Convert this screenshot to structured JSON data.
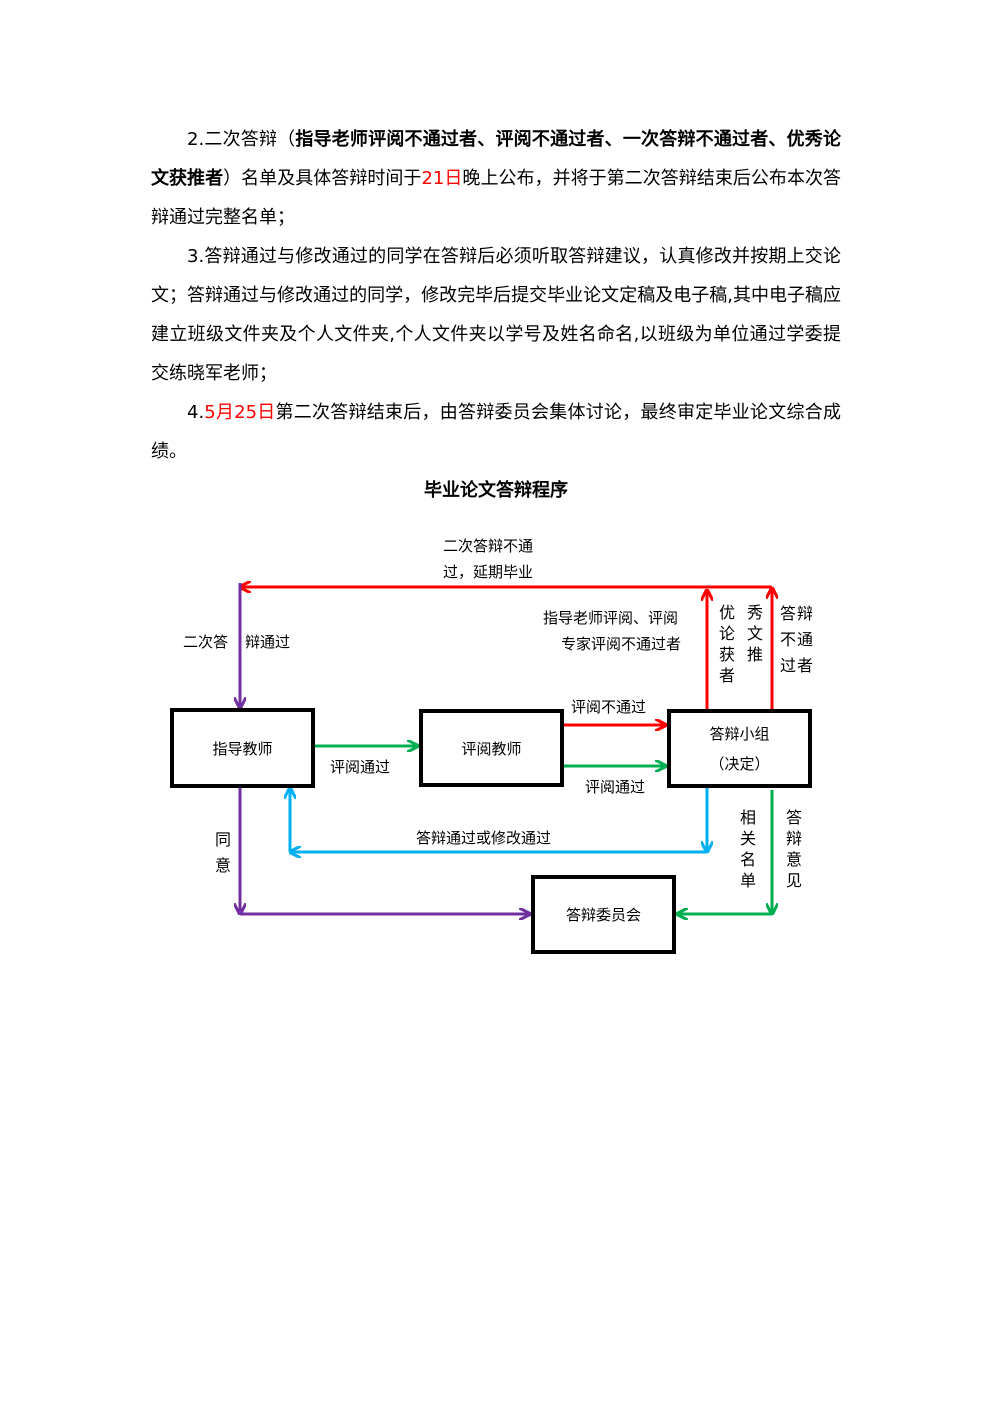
{
  "paragraphs": {
    "p2": {
      "a": "2.二次答辩（",
      "b": "指导老师评阅不通过者、评阅不通过者、一次答辩不通过者、优秀论文获推者",
      "c": "）名单及具体答辩时间于",
      "d": "21日",
      "e": "晚上公布，并将于第二次答辩结束后公布本次答辩通过完整名单；"
    },
    "p3": "3.答辩通过与修改通过的同学在答辩后必须听取答辩建议，认真修改并按期上交论文；答辩通过与修改通过的同学，修改完毕后提交毕业论文定稿及电子稿,其中电子稿应建立班级文件夹及个人文件夹,个人文件夹以学号及姓名命名,以班级为单位通过学委提交练晓军老师；",
    "p4": {
      "a": "4.",
      "b": "5月25日",
      "c": "第二次答辩结束后，由答辩委员会集体讨论，最终审定毕业论文综合成绩。"
    }
  },
  "diagram": {
    "title": "毕业论文答辩程序",
    "boxes": {
      "advisor": "指导教师",
      "reviewer": "评阅教师",
      "panel": "答辩小组",
      "panel_sub": "（决定）",
      "committee": "答辩委员会"
    },
    "labels": {
      "fail_second_1": "二次答辩不通",
      "fail_second_2": "过，延期毕业",
      "second_pass_a": "二次答",
      "second_pass_b": "辩通过",
      "review_fail_1": "指导老师评阅、评阅",
      "review_fail_2": "专家评阅不通过者",
      "excellent": "优秀论文获推者",
      "defense_fail": "答辩不通过者",
      "review_not_pass": "评阅不通过",
      "review_pass_1": "评阅通过",
      "review_pass_2": "评阅通过",
      "defense_pass": "答辩通过或修改通过",
      "agree": "同意",
      "related_list": "相关名单",
      "defense_opinion": "答辩意见"
    },
    "colors": {
      "red": "#ff0000",
      "green": "#00b050",
      "blue": "#00b0f0",
      "purple": "#7030a0"
    }
  }
}
